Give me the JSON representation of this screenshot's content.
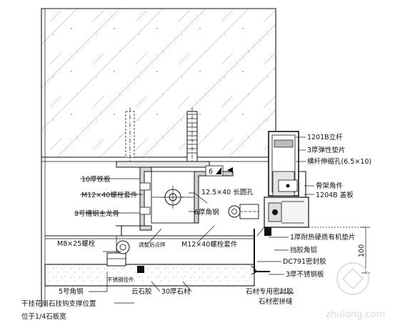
{
  "labels": {
    "mullion": "1201B立杆",
    "elastic_pad": "3厚弹性垫片",
    "expansion_hole": "横杆伸缩孔(6.5×10)",
    "frame_corner": "骨架角件",
    "cover_plate": "1204B 盖板",
    "iron_plate": "10厚铁板",
    "bolt_set_top": "M12×40螺栓套件",
    "slot_hole": "12.5×40 长圆孔",
    "channel_steel": "8号槽钢主龙骨",
    "angle_steel_6": "6厚角钢",
    "weld_after_adjust": "调整后点焊",
    "bolt_set_bottom": "M12×40螺栓套件",
    "dim_six": "6",
    "dim_hundred": "100",
    "rubber_pad": "1厚耐热硬质有机垫片",
    "glue_angle_al": "挡胶角铝",
    "sealant": "DC791密封胶",
    "stainless_plate": "3厚不锈钢板",
    "bolt_m8": "M8×25螺栓",
    "stainless_hanger": "不锈钢挂件",
    "angle_steel_5": "5号角钢",
    "marble_glue": "云石胶",
    "stone_30": "30厚石材",
    "stone_sealant": "石材专用密封胶",
    "stone_joint": "石材密拼缝",
    "support_pos_1": "干挂花岗石挂钩支撑位置",
    "support_pos_2": "位于1/4石板宽"
  },
  "watermark": "zhulong.com"
}
